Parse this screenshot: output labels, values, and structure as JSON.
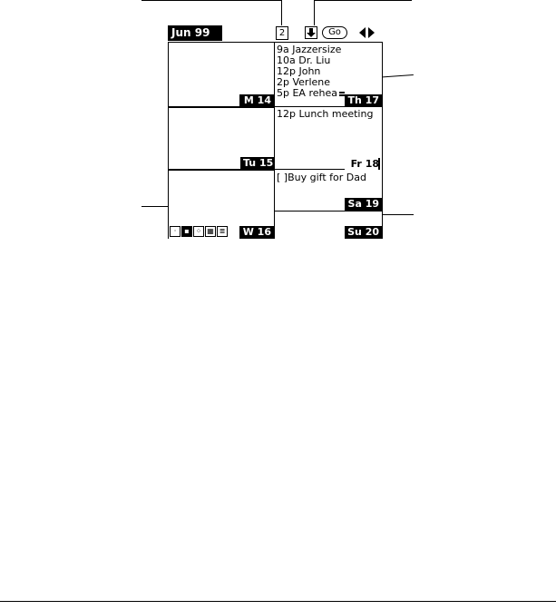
{
  "header": {
    "month": "Jun 99",
    "week_number": "2",
    "go_label": "Go"
  },
  "days": {
    "mon": "M  14",
    "tue": "Tu 15",
    "wed": "W  16",
    "thu": "Th 17",
    "fri": "Fr  18",
    "sat": "Sa 19",
    "sun": "Su 20"
  },
  "thursday_appointments": [
    "9a Jazzersize",
    "10a Dr. Liu",
    "12p John",
    "2p Verlene",
    "5p EA rehea"
  ],
  "friday_appointments": [
    "12p Lunch meeting"
  ],
  "saturday_todo": "[ ]Buy gift for Dad",
  "icons": {
    "down_arrow": "down-arrow-icon",
    "prev": "left-arrow-icon",
    "next": "right-arrow-icon",
    "note": "note-icon",
    "view_day": "day-view-icon",
    "view_week": "week-view-icon",
    "view_week_text": "week-text-view-icon",
    "view_month": "month-view-icon",
    "view_agenda": "agenda-view-icon"
  }
}
